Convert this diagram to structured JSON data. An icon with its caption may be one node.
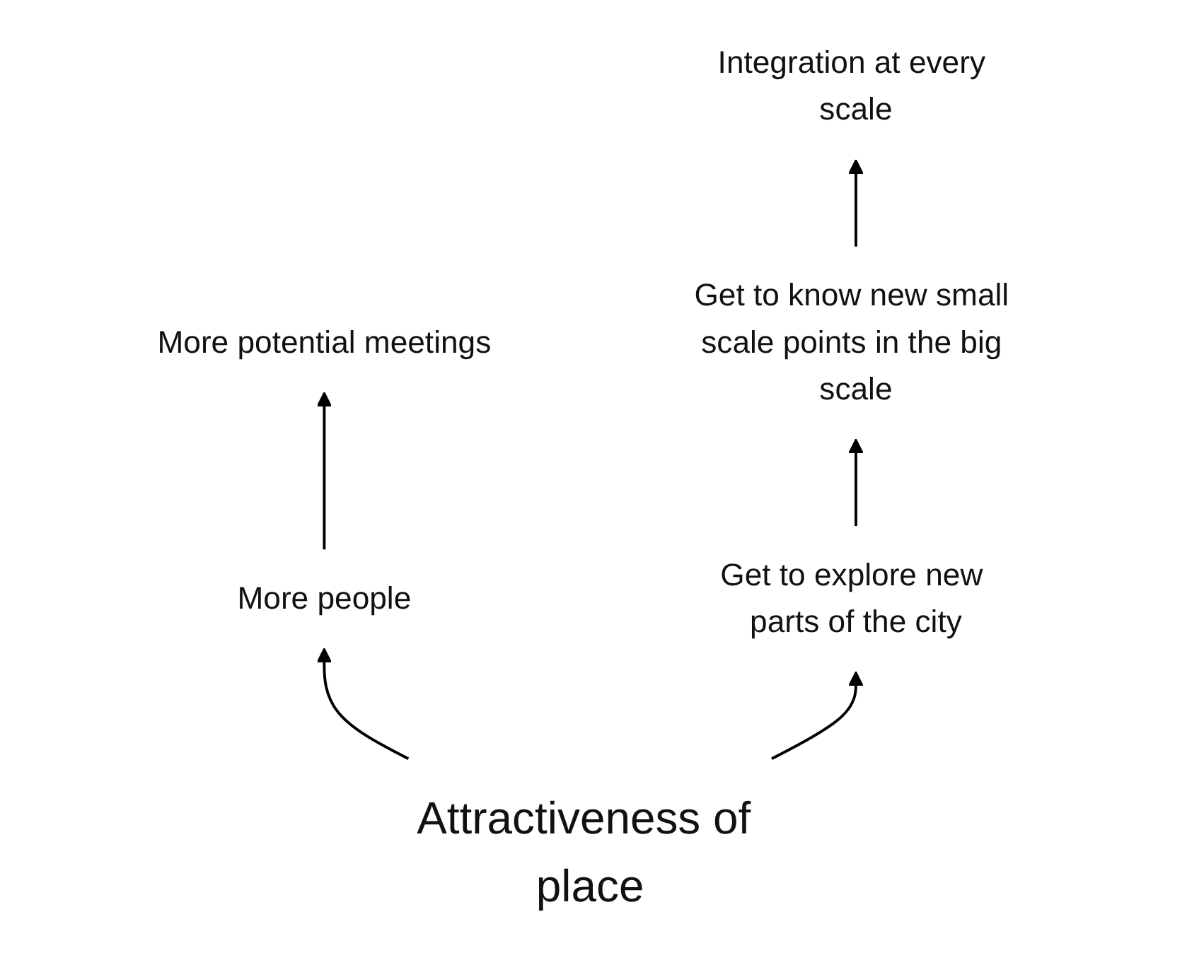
{
  "diagram": {
    "nodes": [
      {
        "text": [
          "More potential meetings"
        ]
      },
      {
        "text": [
          "More people"
        ]
      },
      {
        "text": [
          "Attractiveness of place"
        ]
      },
      {
        "text": [
          "Get to explore new parts of the city"
        ]
      },
      {
        "text": [
          "Get to know new small scale points in the big scale"
        ]
      },
      {
        "text": [
          "Integration at every scale"
        ]
      }
    ],
    "edges": [
      {
        "from": 2,
        "to": 1,
        "arrow": "to"
      },
      {
        "from": 1,
        "to": 0,
        "arrow": "to"
      },
      {
        "from": 2,
        "to": 3,
        "arrow": "to"
      },
      {
        "from": 3,
        "to": 4,
        "arrow": "to"
      },
      {
        "from": 4,
        "to": 5,
        "arrow": "to"
      }
    ]
  }
}
